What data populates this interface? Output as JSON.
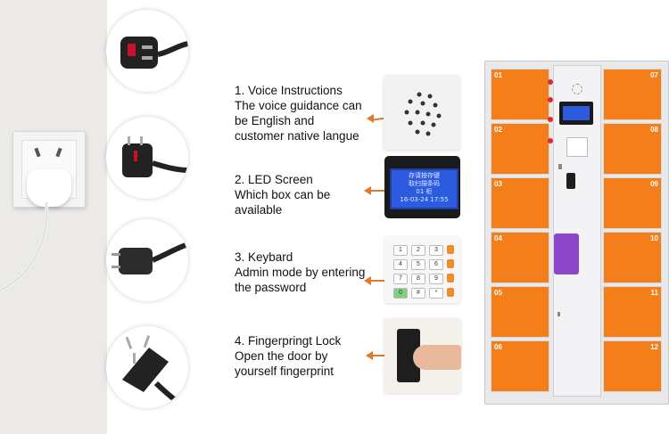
{
  "features": [
    {
      "title": "1. Voice Instructions",
      "lines": [
        "The voice guidance can",
        "be English and",
        "customer native langue"
      ]
    },
    {
      "title": "2. LED Screen",
      "lines": [
        "Which box can be",
        "available"
      ]
    },
    {
      "title": "3. Keybard",
      "lines": [
        "Admin mode by entering",
        "the password"
      ]
    },
    {
      "title": "4. Fingerpringt Lock",
      "lines": [
        "Open the door by",
        "yourself fingerprint"
      ]
    }
  ],
  "led_screen": {
    "line1": "存请按存键",
    "line2": "取扫描条码",
    "line3": "01 柜",
    "line4": "16-03-24 17:55"
  },
  "keypad": {
    "keys": [
      "1",
      "2",
      "3",
      "4",
      "5",
      "6",
      "7",
      "8",
      "9",
      "0",
      "#",
      "*"
    ]
  },
  "locker": {
    "left_doors": [
      "01",
      "02",
      "03",
      "04",
      "05",
      "06"
    ],
    "right_doors": [
      "07",
      "08",
      "09",
      "10",
      "11",
      "12"
    ]
  },
  "colors": {
    "locker_orange": "#f47e1a",
    "arrow": "#e07a2a"
  }
}
